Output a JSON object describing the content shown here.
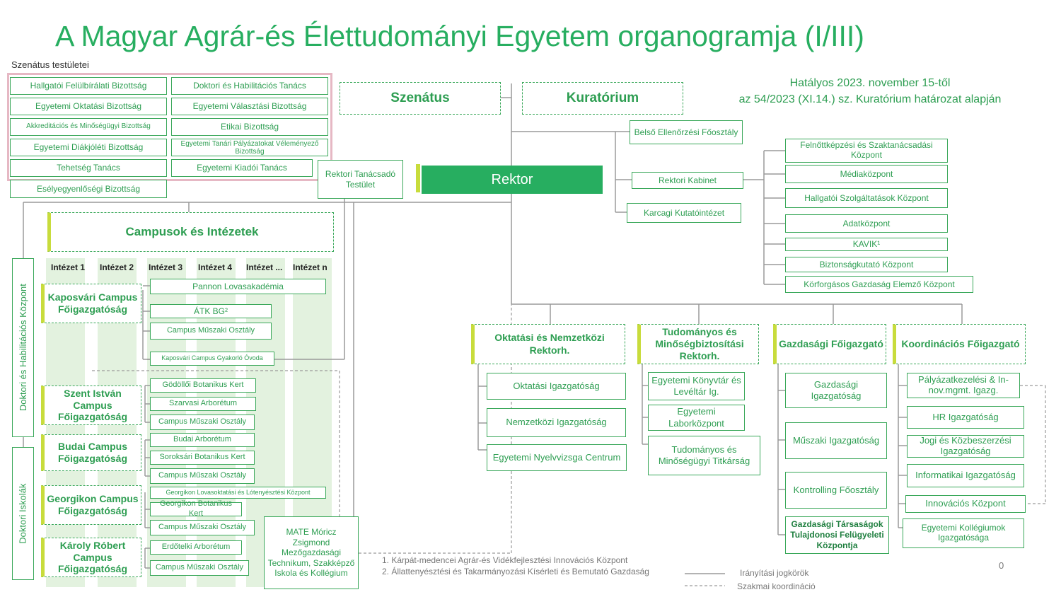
{
  "title": "A Magyar Agrár-és Élettudományi Egyetem organogramja (I/III)",
  "effective": {
    "line1": "Hatályos 2023. november 15-től",
    "line2": "az 54/2023 (XI.14.) sz. Kuratórium határozat alapján"
  },
  "senate_bodies": {
    "label": "Szenátus testületei",
    "items": [
      "Hallgatói Felülbírálati Bizottság",
      "Doktori és Habilitációs Tanács",
      "Egyetemi Oktatási Bizottság",
      "Egyetemi Választási Bizottság",
      "Akkreditációs és Minőségügyi Bizottság",
      "Etikai Bizottság",
      "Egyetemi Diákjóléti Bizottság",
      "Egyetemi Tanári Pályázatokat Véleményező Bizottság",
      "Tehetség Tanács",
      "Egyetemi Kiadói Tanács",
      "Esélyegyenlőségi Bizottság"
    ]
  },
  "top": {
    "senate": "Szenátus",
    "board": "Kuratórium",
    "rector": "Rektor",
    "advisory": "Rektori Tanácsadó Testület"
  },
  "rector_units": [
    "Belső Ellenőrzési Főosztály",
    "Rektori Kabinet",
    "Karcagi Kutatóintézet"
  ],
  "cabinet_units": [
    "Felnőttképzési és Szaktanácsadási Központ",
    "Médiaközpont",
    "Hallgatói Szolgáltatások Központ",
    "Adatközpont",
    "KAVIK¹",
    "Biztonságkutató Központ",
    "Körforgásos Gazdaság Elemző Központ"
  ],
  "campuses_header": "Campusok és Intézetek",
  "institutes": [
    "Intézet 1",
    "Intézet 2",
    "Intézet 3",
    "Intézet 4",
    "Intézet ...",
    "Intézet n"
  ],
  "side": {
    "doctoral": "Doktori és Habilitációs Központ",
    "schools": "Doktori Iskolák"
  },
  "campuses": [
    {
      "name": "Kaposvári Campus Főigazgatóság",
      "units": [
        "Pannon Lovasakadémia",
        "ÁTK BG²",
        "Campus Műszaki Osztály",
        "Kaposvári Campus Gyakorló Óvoda"
      ]
    },
    {
      "name": "Szent István Campus Főigazgatóság",
      "units": [
        "Gödöllői Botanikus Kert",
        "Szarvasi Arborétum",
        "Campus Műszaki Osztály"
      ]
    },
    {
      "name": "Budai Campus Főigazgatóság",
      "units": [
        "Budai Arborétum",
        "Soroksári Botanikus Kert",
        "Campus Műszaki Osztály"
      ]
    },
    {
      "name": "Georgikon Campus Főigazgatóság",
      "units": [
        "Georgikon Lovasoktatási és Lótenyésztési Központ",
        "Georgikon Botanikus Kert",
        "Campus Műszaki Osztály"
      ]
    },
    {
      "name": "Károly Róbert Campus Főigazgatóság",
      "units": [
        "Erdőtelki Arborétum",
        "Campus Műszaki Osztály"
      ]
    }
  ],
  "school": "MATE Móricz Zsigmond Mezőgazdasági Technikum, Szakképző Iskola és Kollégium",
  "vice_rectors": [
    {
      "name": "Oktatási és Nemzetközi Rektorh.",
      "units": [
        "Oktatási Igazgatóság",
        "Nemzetközi Igazgatóság",
        "Egyetemi Nyelvvizsga Centrum"
      ]
    },
    {
      "name": "Tudományos és Minőségbiztosítási Rektorh.",
      "units": [
        "Egyetemi Könyvtár és Levéltár Ig.",
        "Egyetemi Laborközpont",
        "Tudományos és Minőségügyi Titkárság"
      ]
    },
    {
      "name": "Gazdasági Főigazgató",
      "units": [
        "Gazdasági Igazgatóság",
        "Műszaki Igazgatóság",
        "Kontrolling Főosztály",
        "Gazdasági Társaságok Tulajdonosi Felügyeleti Központja"
      ]
    },
    {
      "name": "Koordinációs Főigazgató",
      "units": [
        "Pályázatkezelési & In-nov.mgmt. Igazg.",
        "HR Igazgatóság",
        "Jogi és Közbeszerzési Igazgatóság",
        "Informatikai Igazgatóság",
        "Innovációs Központ",
        "Egyetemi Kollégiumok Igazgatósága"
      ]
    }
  ],
  "footnotes": [
    "1.   Kárpát-medencei Agrár-és Vidékfejlesztési Innovációs Központ",
    "2.  Állattenyésztési és Takarmányozási Kísérleti és Bemutató Gazdaság"
  ],
  "legend": {
    "solid": "Irányítási jogkörök",
    "dashed": "Szakmai koordináció"
  },
  "page_number": "0",
  "colors": {
    "green": "#27ae60",
    "accent": "#c8dc3c",
    "pink_frame": "#e6b8c4",
    "column_bg": "#e3f2df"
  }
}
